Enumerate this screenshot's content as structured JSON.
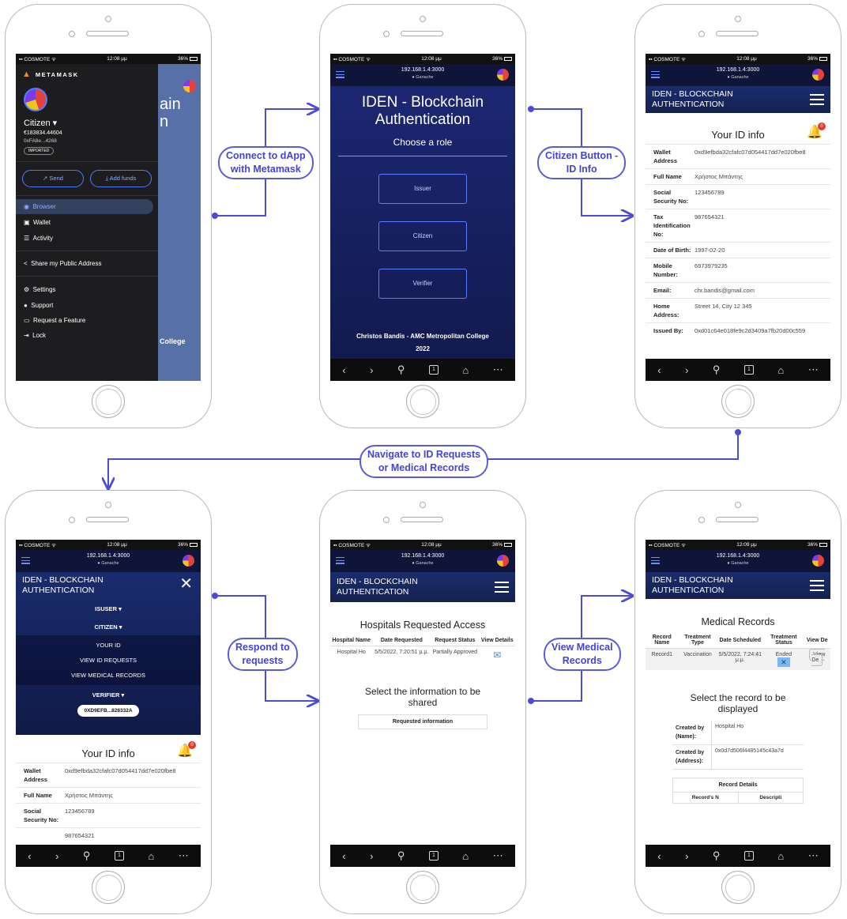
{
  "status": {
    "carrier": "COSMOTE",
    "time": "12:08 μμ",
    "time_last": "12:09 μμ",
    "battery": "36%"
  },
  "browser": {
    "url": "192.168.1.4:3000",
    "network": "Ganache"
  },
  "labels": {
    "connect": [
      "Connect to dApp",
      "with Metamask"
    ],
    "citizen": [
      "Citizen Button -",
      "ID Info"
    ],
    "navigate": [
      "Navigate to ID Requests",
      "or Medical Records"
    ],
    "respond": [
      "Respond to",
      "requests"
    ],
    "medical": [
      "View Medical",
      "Records"
    ]
  },
  "metamask": {
    "brand": "METAMASK",
    "account": "Citizen",
    "balance": "€183834.44604",
    "address": "0xFA8e...4268",
    "tag": "IMPORTED",
    "send": "Send",
    "add_funds": "Add funds",
    "menu1": [
      "Browser",
      "Wallet",
      "Activity"
    ],
    "share": "Share my Public Address",
    "menu2": [
      "Settings",
      "Support",
      "Request a Feature",
      "Lock"
    ],
    "behind_title": [
      "ain",
      "n"
    ],
    "behind_college": "College"
  },
  "app": {
    "title": [
      "IDEN - BLOCKCHAIN",
      "AUTHENTICATION"
    ]
  },
  "landing": {
    "title": [
      "IDEN - Blockchain",
      "Authentication"
    ],
    "subtitle": "Choose a role",
    "roles": [
      "Issuer",
      "Citizen",
      "Verifier"
    ],
    "footer": [
      "Christos Bandis - AMC Metropolitan College",
      "2022"
    ]
  },
  "id_info": {
    "title": "Your ID info",
    "badge": "0",
    "rows": [
      {
        "k": "Wallet Address",
        "v": "0xd9efbda32cfafc07d054417dd7e020fbe8"
      },
      {
        "k": "Full Name",
        "v": "Χρήστος Μπάντης"
      },
      {
        "k": "Social Security No:",
        "v": "123456789"
      },
      {
        "k": "Tax Identification No:",
        "v": "987654321"
      },
      {
        "k": "Date of Birth:",
        "v": "1997-02-20"
      },
      {
        "k": "Mobile Number:",
        "v": "6973979235"
      },
      {
        "k": "Email:",
        "v": "chr.bandis@gmail.com"
      },
      {
        "k": "Home Address:",
        "v": "Street 14, City 12 345"
      },
      {
        "k": "Issued By:",
        "v": "0xd01c64e018fe9c2d3409a7fb20d00c559"
      }
    ]
  },
  "nav_menu": {
    "isuser": "ISUSER ▾",
    "citizen": "CITIZEN ▾",
    "items": [
      "YOUR ID",
      "VIEW ID REQUESTS",
      "VIEW MEDICAL RECORDS"
    ],
    "verifier": "VERIFIER ▾",
    "account": "0XD9EFB...828332A",
    "partial_value": "987654321"
  },
  "requests": {
    "title": "Hospitals Requested Access",
    "headers": [
      "Hospital Name",
      "Date Requested",
      "Request Status",
      "View Details"
    ],
    "row": {
      "hospital": "Hospital Ho",
      "date": "5/5/2022, 7:20:51 μ.μ.",
      "status": "Partially Approved"
    },
    "select_title": "Select the information to be shared",
    "requested": "Requested information"
  },
  "medical": {
    "title": "Medical Records",
    "headers": [
      "Record Name",
      "Treatment Type",
      "Date Scheduled",
      "Treatment Status",
      "View De"
    ],
    "row": {
      "name": "Record1",
      "type": "Vaccination",
      "date": "5/5/2022, 7:24:41 μ.μ.",
      "status": "Ended",
      "view": "View De"
    },
    "select_title": "Select the record to be displayed",
    "created_name_k": "Created by (Name):",
    "created_name_v": "Hospital Ho",
    "created_addr_k": "Created by (Address):",
    "created_addr_v": "0x0d7d506f4485145c43a7d",
    "details": "Record Details",
    "details_cols": [
      "Record's N",
      "Descripti"
    ]
  }
}
